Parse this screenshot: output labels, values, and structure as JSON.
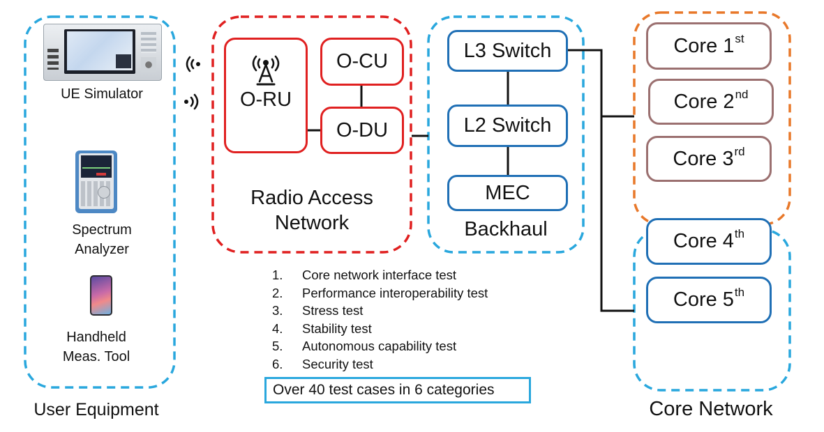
{
  "colors": {
    "ue_group": "#29a7dd",
    "ran_group": "#e02020",
    "backhaul_group": "#29a7dd",
    "core_group_a": "#e8782a",
    "core_group_b": "#29a7dd",
    "ran_box": "#e02020",
    "backhaul_box": "#1f6fb5",
    "core_box_a": "#9b7070",
    "core_box_b": "#1f6fb5",
    "link": "#111111"
  },
  "user_equipment": {
    "group_label": "User Equipment",
    "devices": [
      {
        "label": "UE Simulator",
        "icon": "ue-simulator-image"
      },
      {
        "label_line1": "Spectrum",
        "label_line2": "Analyzer",
        "icon": "spectrum-analyzer-image"
      },
      {
        "label_line1": "Handheld",
        "label_line2": "Meas. Tool",
        "icon": "smartphone-image"
      }
    ],
    "wireless_icons": [
      "wifi-receive-icon",
      "wifi-transmit-icon"
    ]
  },
  "ran": {
    "group_label_line1": "Radio Access",
    "group_label_line2": "Network",
    "oru": "O-RU",
    "ocu": "O-CU",
    "odu": "O-DU",
    "oru_icon": "antenna-tower-icon"
  },
  "backhaul": {
    "group_label": "Backhaul",
    "l3": "L3 Switch",
    "l2": "L2 Switch",
    "mec": "MEC"
  },
  "core": {
    "group_label": "Core Network",
    "cores": [
      {
        "label": "Core 1",
        "suffix": "st"
      },
      {
        "label": "Core 2",
        "suffix": "nd"
      },
      {
        "label": "Core 3",
        "suffix": "rd"
      },
      {
        "label": "Core 4",
        "suffix": "th"
      },
      {
        "label": "Core 5",
        "suffix": "th"
      }
    ]
  },
  "tests": {
    "items": [
      {
        "num": "1.",
        "text": "Core network interface test"
      },
      {
        "num": "2.",
        "text": "Performance interoperability test"
      },
      {
        "num": "3.",
        "text": "Stress test"
      },
      {
        "num": "4.",
        "text": "Stability test"
      },
      {
        "num": "5.",
        "text": "Autonomous capability test"
      },
      {
        "num": "6.",
        "text": "Security test"
      }
    ],
    "summary": "Over 40 test cases in 6 categories"
  }
}
